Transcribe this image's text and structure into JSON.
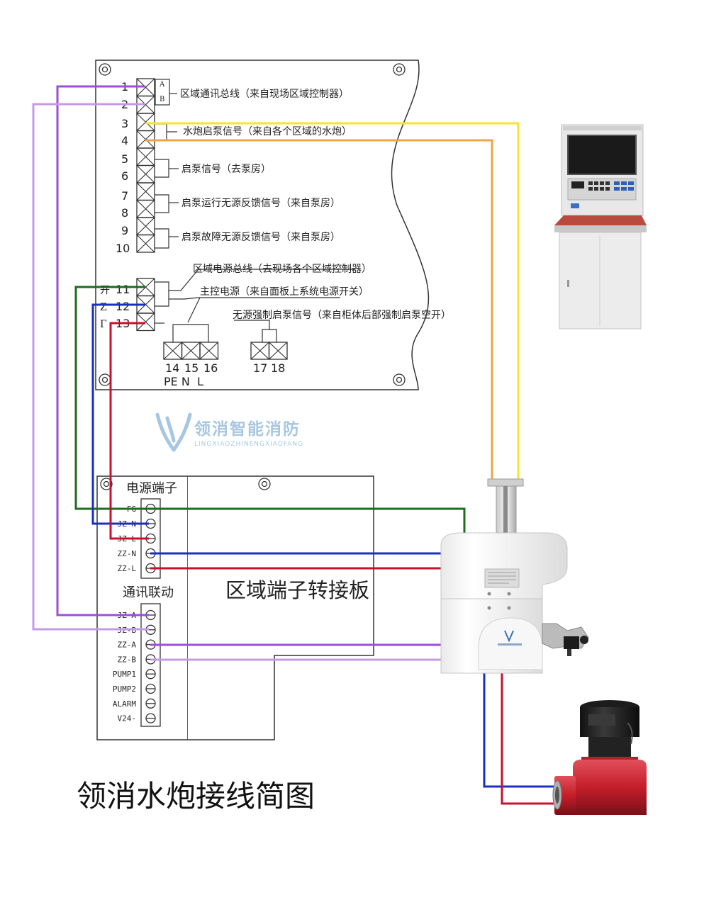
{
  "colors": {
    "purple": "#9b4fd6",
    "lavender": "#c49ae8",
    "yellow": "#f5e52a",
    "orange": "#f0a347",
    "green": "#1f6b1f",
    "blue": "#1a2fc0",
    "red": "#c8102e",
    "brand": "#8ab4d8"
  },
  "main_panel": {
    "pin_labels": [
      "1",
      "2",
      "3",
      "4",
      "5",
      "6",
      "7",
      "8",
      "9",
      "10",
      "11",
      "12",
      "13"
    ],
    "ab_labels": [
      "A",
      "B"
    ],
    "power_prefixes": [
      "开",
      "Z",
      "Γ"
    ],
    "descriptions": {
      "comm_bus": "区域通讯总线（来自现场区域控制器）",
      "cannon_start": "水炮启泵信号（来自各个区域的水炮）",
      "pump_start": "启泵信号（去泵房）",
      "pump_run": "启泵运行无源反馈信号（来自泵房）",
      "pump_fault": "启泵故障无源反馈信号（来自泵房）",
      "region_power": "区域电源总线（去现场各个区域控制器）",
      "main_power": "主控电源（来自面板上系统电源开关）",
      "force_start": "无源强制启泵信号（来自柜体后部强制启泵空开）"
    },
    "lower_pins_a": [
      "14",
      "15",
      "16"
    ],
    "lower_pins_a_sub": "PE N  L",
    "lower_pins_b": [
      "17",
      "18"
    ]
  },
  "watermark": {
    "cn": "领消智能消防",
    "en": "LINGXIAOZHINENGXIAOFANG"
  },
  "transfer_board": {
    "power_header": "电源端子",
    "comm_header": "通讯联动",
    "title": "区域端子转接板",
    "power_terms": [
      "FG",
      "JZ-N",
      "JZ-L",
      "ZZ-N",
      "ZZ-L"
    ],
    "comm_terms": [
      "JZ-A",
      "JZ-B",
      "ZZ-A",
      "ZZ-B",
      "PUMP1",
      "PUMP2",
      "ALARM",
      "V24-"
    ]
  },
  "footer_title": "领消水炮接线简图"
}
